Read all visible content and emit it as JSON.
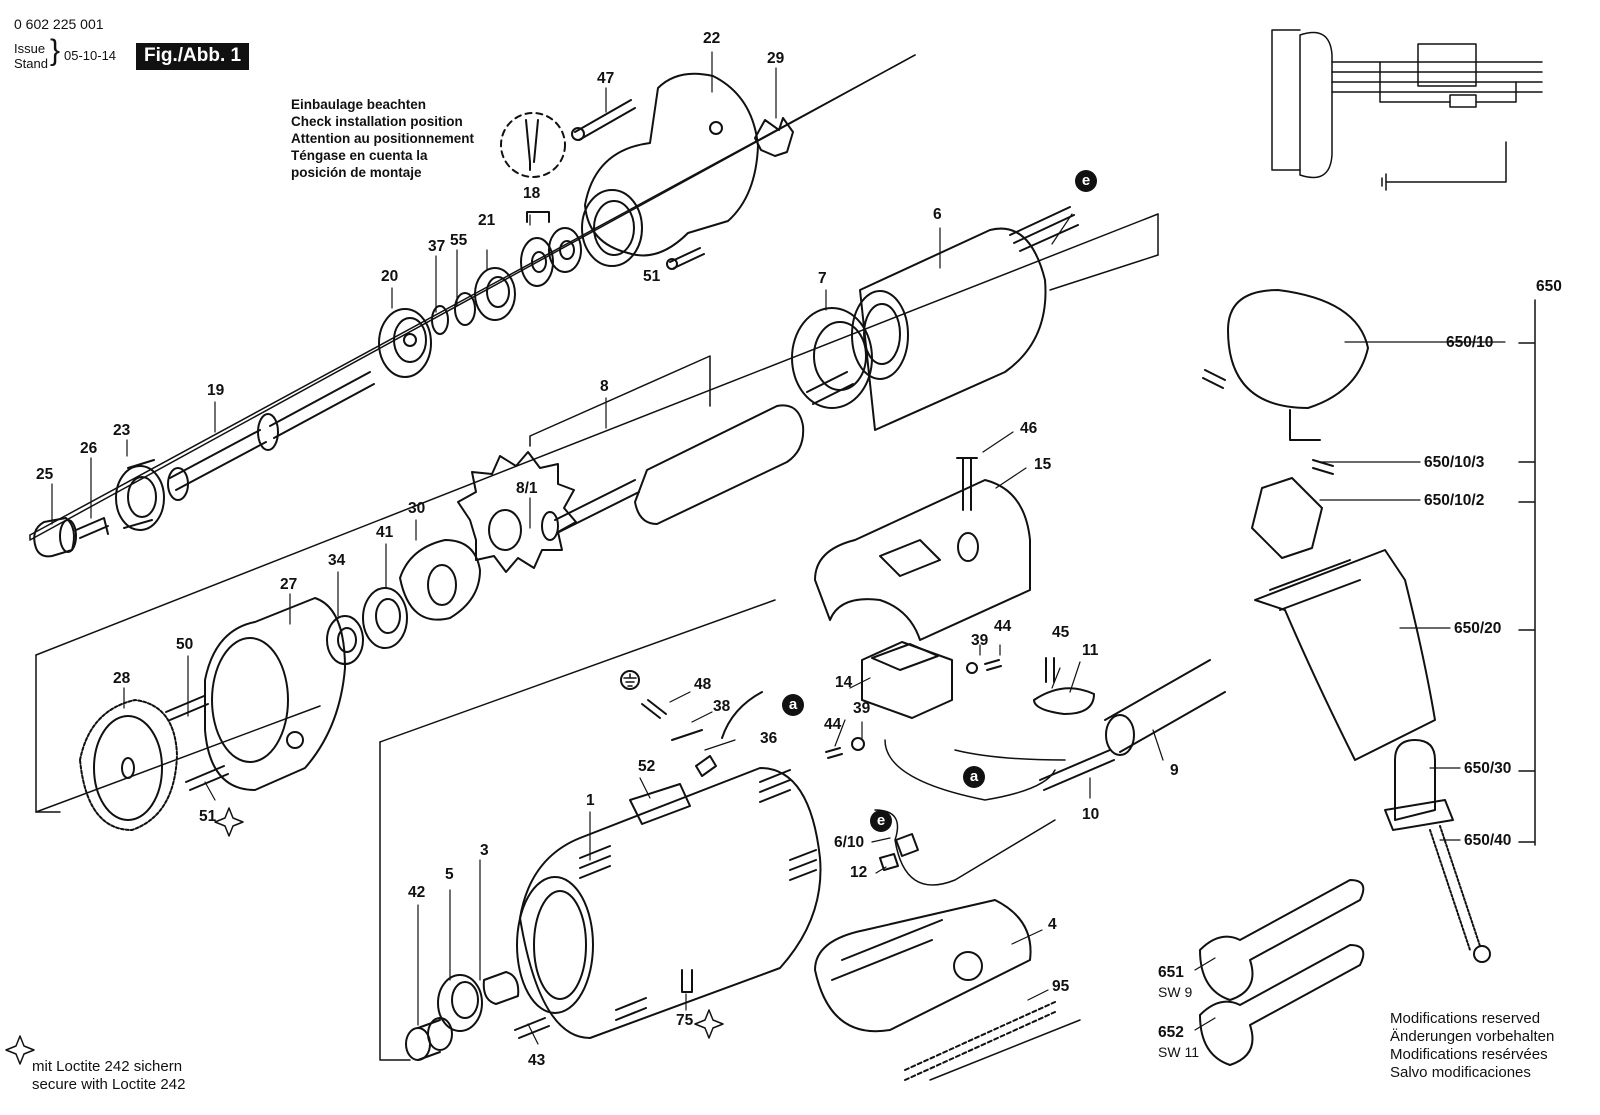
{
  "header": {
    "part_number": "0 602 225 001",
    "issue_label": "Issue",
    "stand_label": "Stand",
    "issue_date": "05-10-14",
    "figure_label": "Fig./Abb. 1"
  },
  "installation_note": {
    "line1": "Einbaulage beachten",
    "line2": "Check installation position",
    "line3": "Attention au positionnement",
    "line4": "Téngase en cuenta la",
    "line5": "posición de montaje"
  },
  "loctite_note": {
    "line1": "mit Loctite 242 sichern",
    "line2": "secure with Loctite 242"
  },
  "modifications_note": {
    "line1": "Modifications reserved",
    "line2": "Änderungen vorbehalten",
    "line3": "Modifications resérvées",
    "line4": "Salvo modificaciones"
  },
  "connector_markers": {
    "a": "a",
    "e": "e"
  },
  "parts": {
    "p1": "1",
    "p3": "3",
    "p4": "4",
    "p5": "5",
    "p6": "6",
    "p6_10": "6/10",
    "p7": "7",
    "p8": "8",
    "p8_1": "8/1",
    "p9": "9",
    "p10": "10",
    "p11": "11",
    "p12": "12",
    "p14": "14",
    "p15": "15",
    "p18": "18",
    "p19": "19",
    "p20": "20",
    "p21": "21",
    "p22": "22",
    "p23": "23",
    "p25": "25",
    "p26": "26",
    "p27": "27",
    "p28": "28",
    "p29": "29",
    "p30": "30",
    "p34": "34",
    "p36": "36",
    "p37": "37",
    "p38": "38",
    "p39a": "39",
    "p39b": "39",
    "p41": "41",
    "p42": "42",
    "p43": "43",
    "p44a": "44",
    "p44b": "44",
    "p45": "45",
    "p46": "46",
    "p47": "47",
    "p48": "48",
    "p50": "50",
    "p51a": "51",
    "p51b": "51",
    "p52": "52",
    "p55": "55",
    "p75": "75",
    "p95": "95"
  },
  "kit": {
    "p650": "650",
    "p650_10": "650/10",
    "p650_10_3": "650/10/3",
    "p650_10_2": "650/10/2",
    "p650_20": "650/20",
    "p650_30": "650/30",
    "p650_40": "650/40"
  },
  "wrenches": {
    "p651": "651",
    "p651_size": "SW 9",
    "p652": "652",
    "p652_size": "SW 11"
  }
}
